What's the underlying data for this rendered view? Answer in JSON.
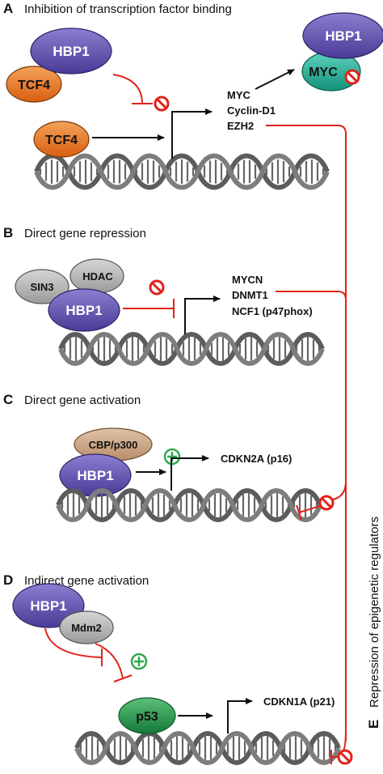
{
  "panels": {
    "a": {
      "letter": "A",
      "title": "Inhibition of transcription factor binding"
    },
    "b": {
      "letter": "B",
      "title": "Direct gene repression"
    },
    "c": {
      "letter": "C",
      "title": "Direct gene activation"
    },
    "d": {
      "letter": "D",
      "title": "Indirect gene activation"
    },
    "e": {
      "letter": "E",
      "title": "Repression of epigenetic regulators"
    }
  },
  "proteins": {
    "hbp1": "HBP1",
    "tcf4": "TCF4",
    "myc": "MYC",
    "sin3": "SIN3",
    "hdac": "HDAC",
    "cbp": "CBP/p300",
    "mdm2": "Mdm2",
    "p53": "p53"
  },
  "genes": {
    "a": [
      "MYC",
      "Cyclin-D1",
      "EZH2"
    ],
    "b": [
      "MYCN",
      "DNMT1",
      "NCF1 (p47phox)"
    ],
    "c": [
      "CDKN2A (p16)"
    ],
    "d": [
      "CDKN1A (p21)"
    ]
  },
  "colors": {
    "hbp1": "#5b4aa8",
    "tcf4": "#e8701e",
    "myc": "#1fa78f",
    "grey_protein": "#b3b3b3",
    "cbp": "#c7a281",
    "p53": "#1f8f45",
    "inhibition": "#e2231a",
    "activation": "#2fa84f",
    "dna": "#5c5c5c"
  },
  "icons": {
    "inhibit": "no-symbol-icon",
    "activate": "plus-circle-icon"
  }
}
